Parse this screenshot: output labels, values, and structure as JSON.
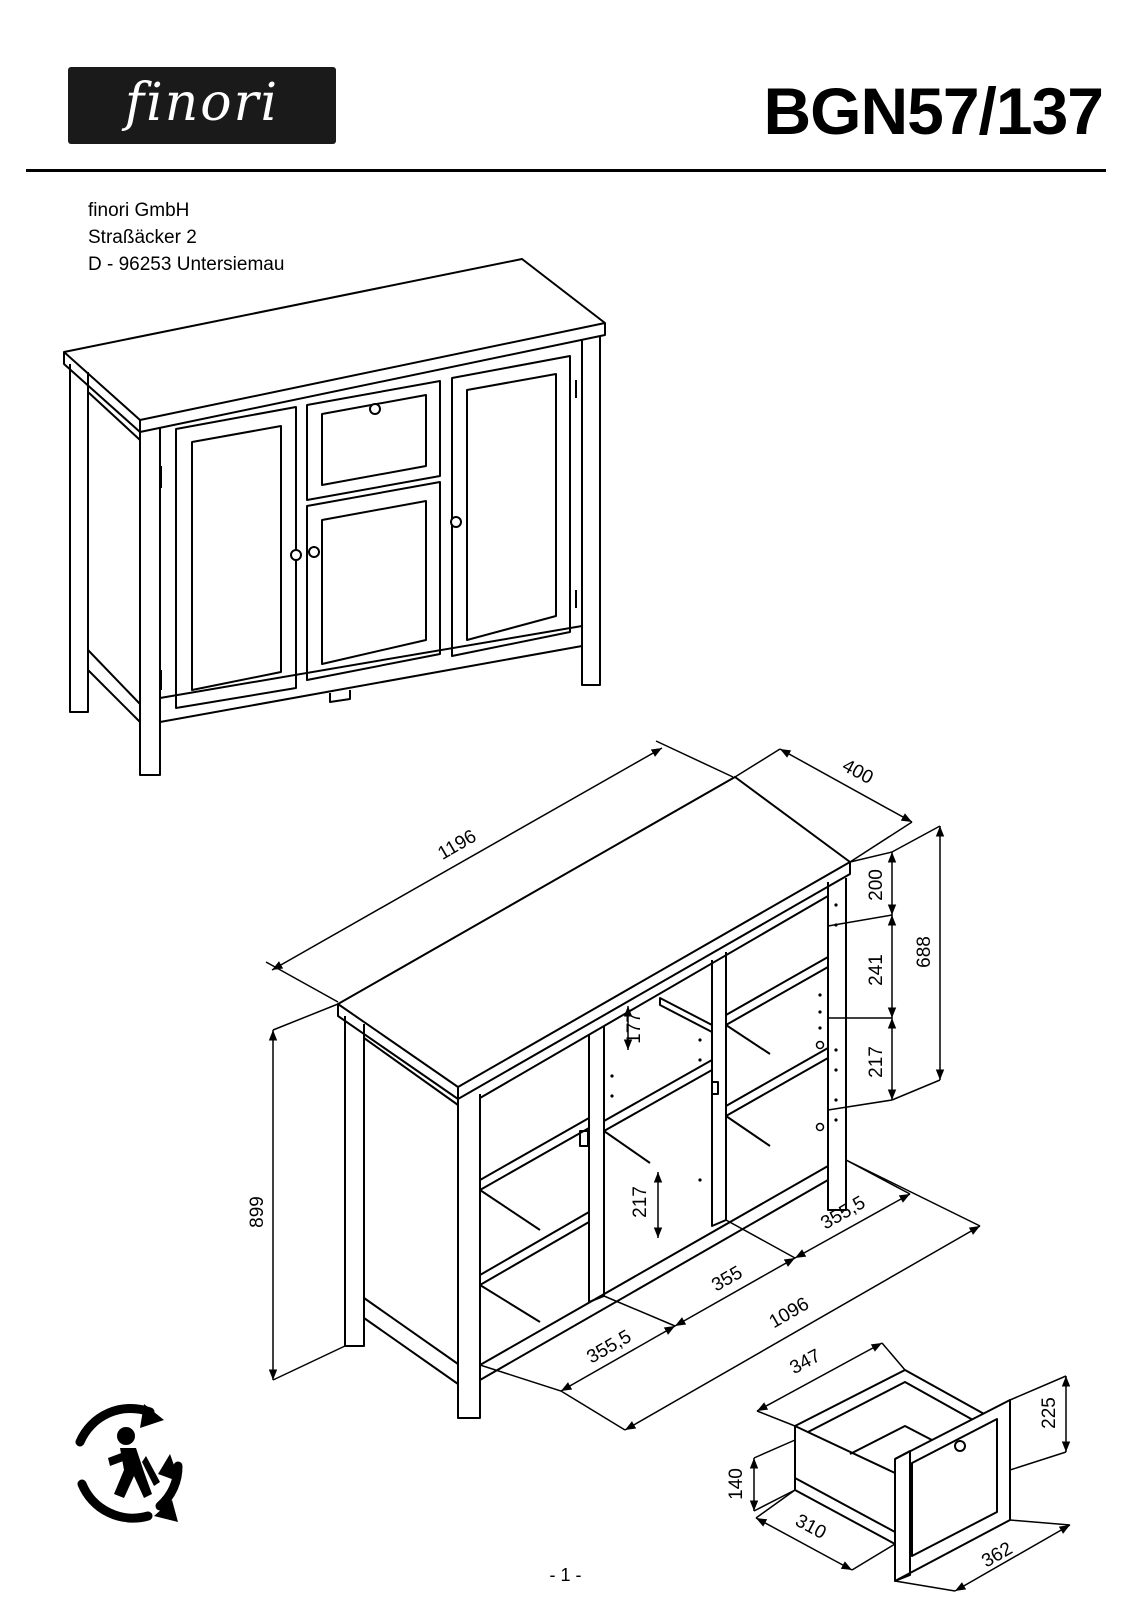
{
  "header": {
    "logo_text": "finori",
    "model": "BGN57/137"
  },
  "address": {
    "line1": "finori GmbH",
    "line2": "Straßäcker 2",
    "line3": "D - 96253 Untersiemau"
  },
  "dimensions": {
    "width": "1196",
    "depth": "400",
    "height": "899",
    "shelf_top": "200",
    "shelf_mid": "241",
    "shelf_low": "217",
    "body_height": "688",
    "drawer_space": "177",
    "center_low": "217",
    "section_left": "355,5",
    "section_mid": "355",
    "section_right": "355,5",
    "inner_width": "1096",
    "drawer_width": "347",
    "drawer_front_height": "225",
    "drawer_box_height": "140",
    "drawer_depth": "310",
    "drawer_front_width": "362"
  },
  "footer": {
    "page_number": "- 1 -"
  },
  "icons": [
    "recycle-icon"
  ]
}
